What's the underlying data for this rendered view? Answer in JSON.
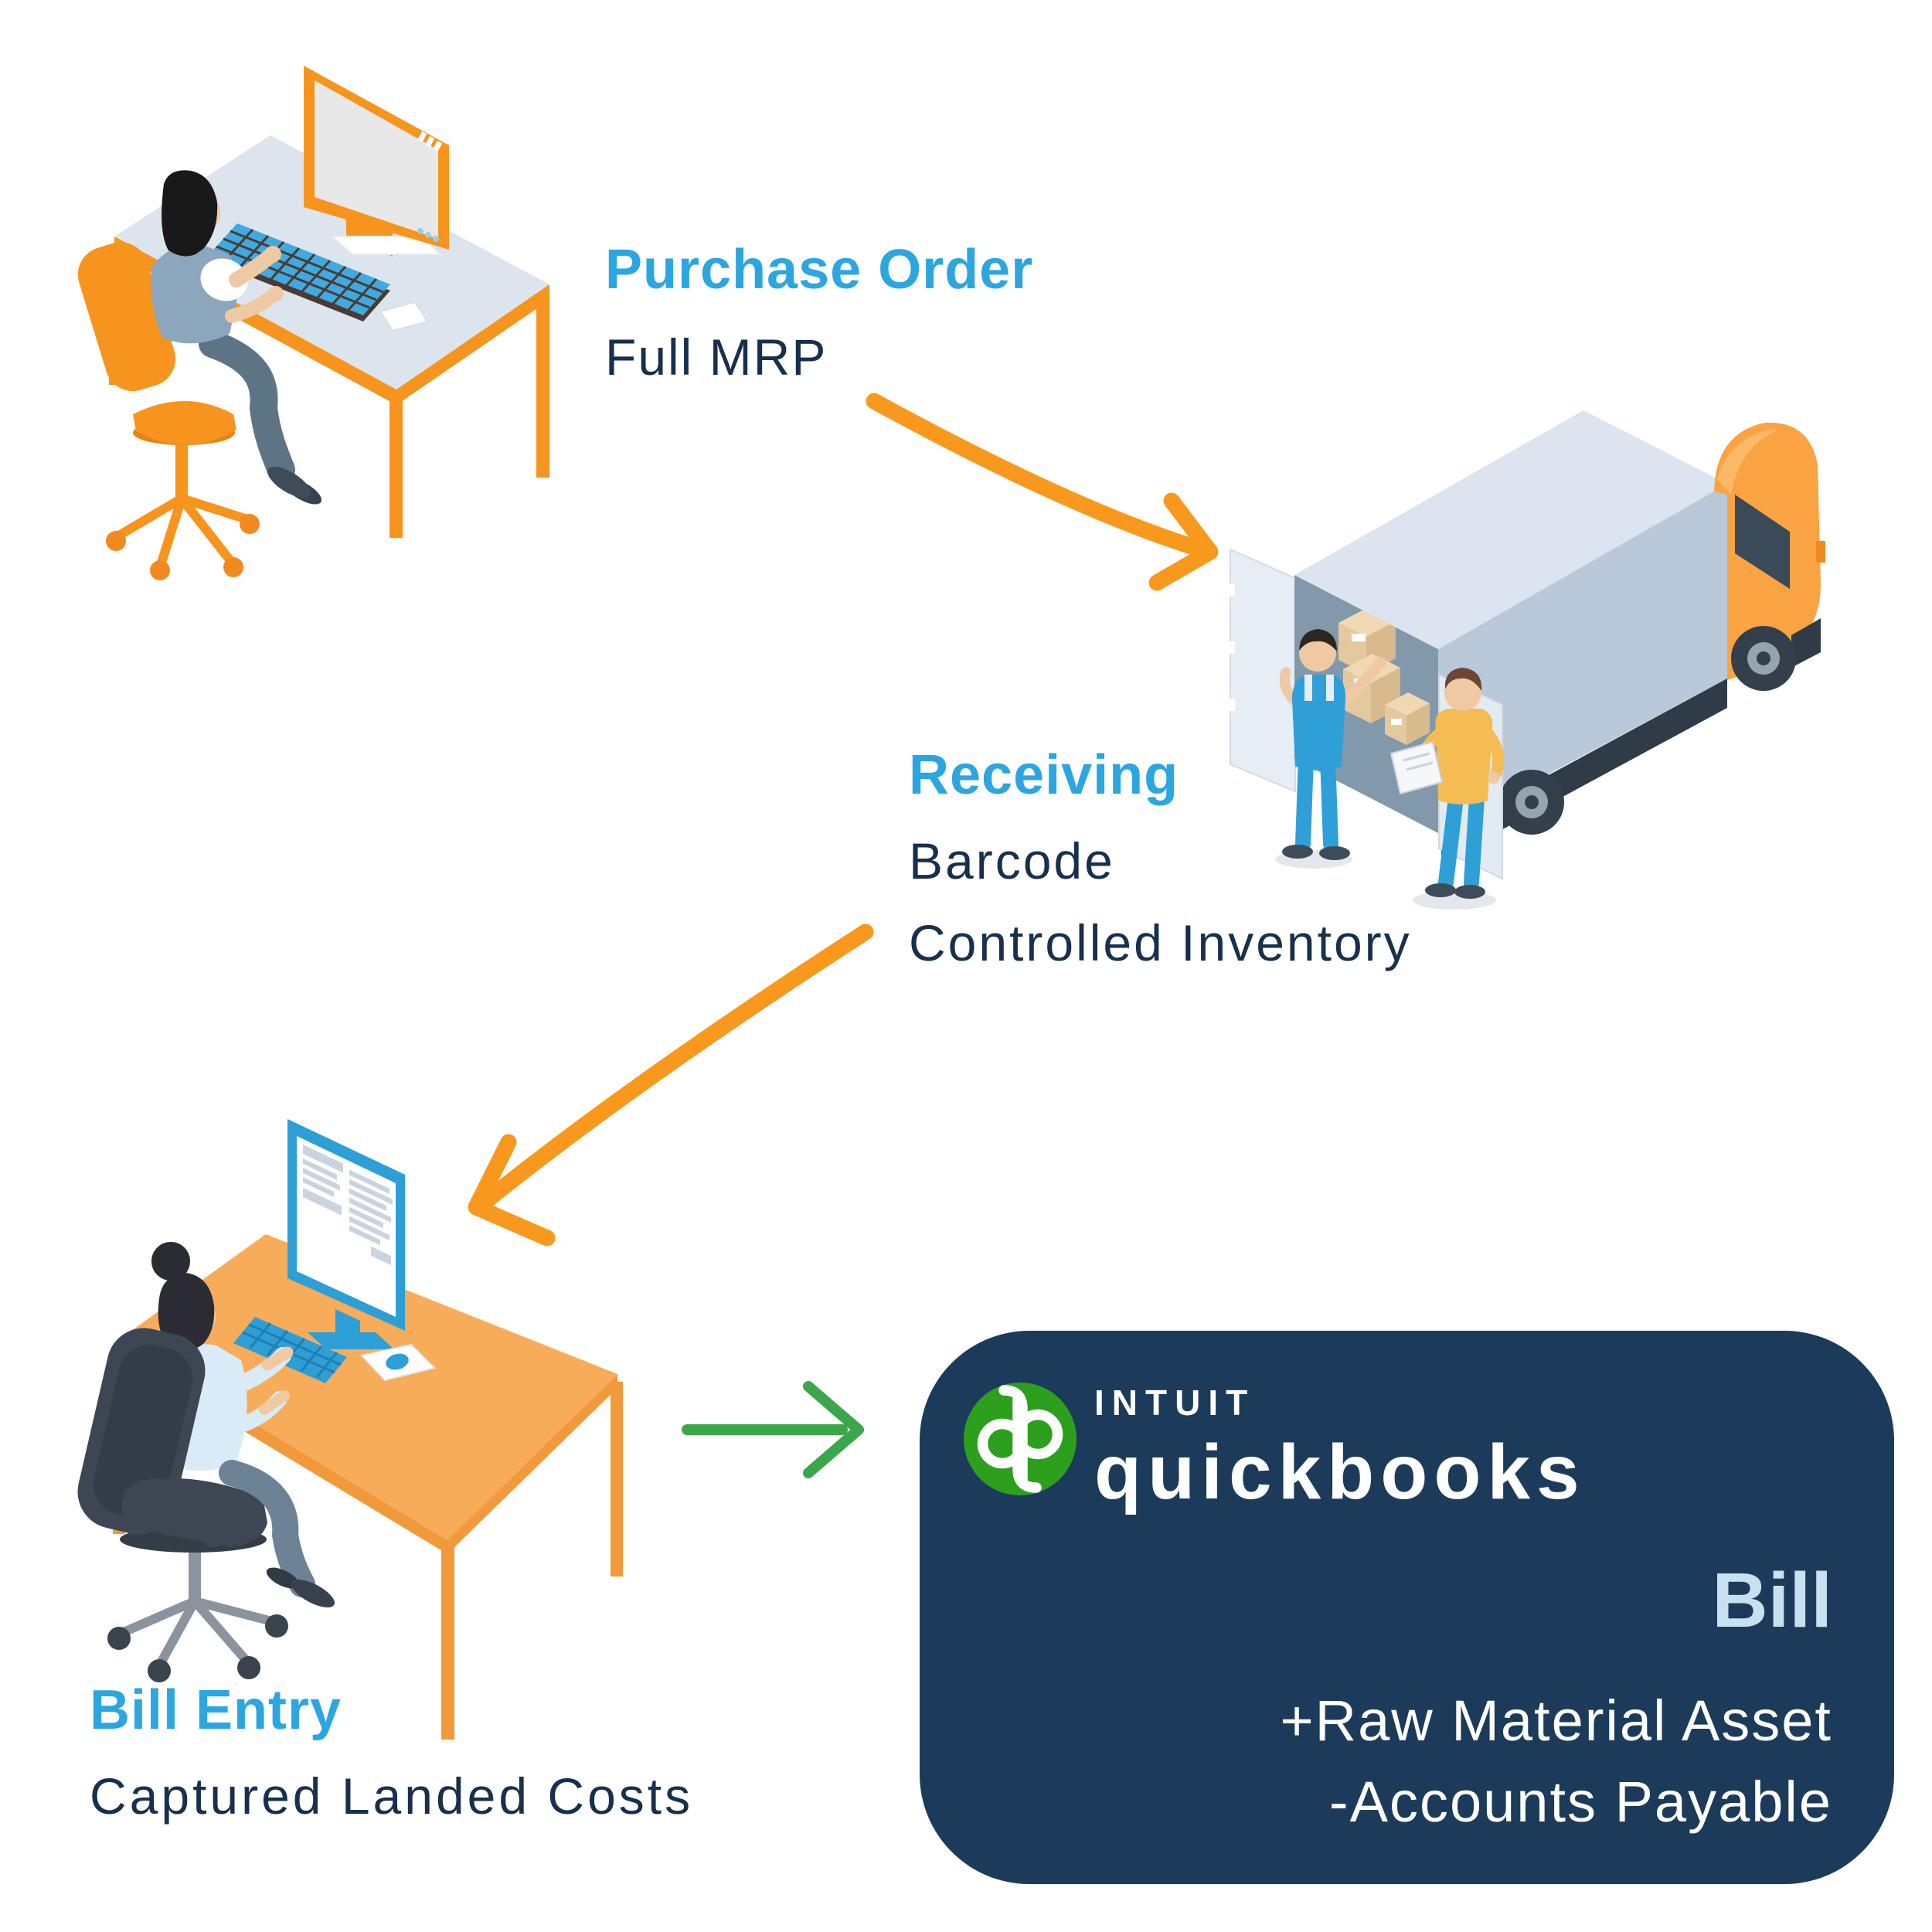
{
  "flow": {
    "purchase_order": {
      "title": "Purchase Order",
      "subtitle": "Full MRP"
    },
    "receiving": {
      "title": "Receiving",
      "subtitle_line1": "Barcode",
      "subtitle_line2": "Controlled Inventory"
    },
    "bill_entry": {
      "title": "Bill Entry",
      "subtitle": "Captured Landed Costs"
    }
  },
  "quickbooks_panel": {
    "brand_prefix": "intuit",
    "brand_name": "quickbooks",
    "doc_title": "Bill",
    "entry_line1": "+Raw Material Asset",
    "entry_line2": "-Accounts Payable"
  },
  "icons": {
    "logo": "quickbooks-qb-logo",
    "arrow1": "orange-curved-arrow",
    "arrow2": "orange-curved-arrow",
    "arrow3": "green-straight-arrow"
  },
  "colors": {
    "title_blue": "#2CA6E0",
    "text_navy": "#16304D",
    "arrow_orange": "#F8991D",
    "arrow_green": "#3CA64B",
    "panel_navy": "#1C3B5A",
    "quickbooks_green": "#2CA01C",
    "bill_light_blue": "#C9E1EF",
    "desk1_top": "#DCE5EE",
    "desk_orange": "#F7941D",
    "desk2_amber": "#F7AC59",
    "keyboard_blue": "#3FA9E0",
    "monitor2_blue": "#2E9FD6",
    "truck_side": "#B9C9DA",
    "truck_cab_orange": "#F9A343",
    "worker_blue": "#2F9FD8",
    "worker_yellow": "#F4BC53",
    "box_tan": "#E9D0A9"
  }
}
